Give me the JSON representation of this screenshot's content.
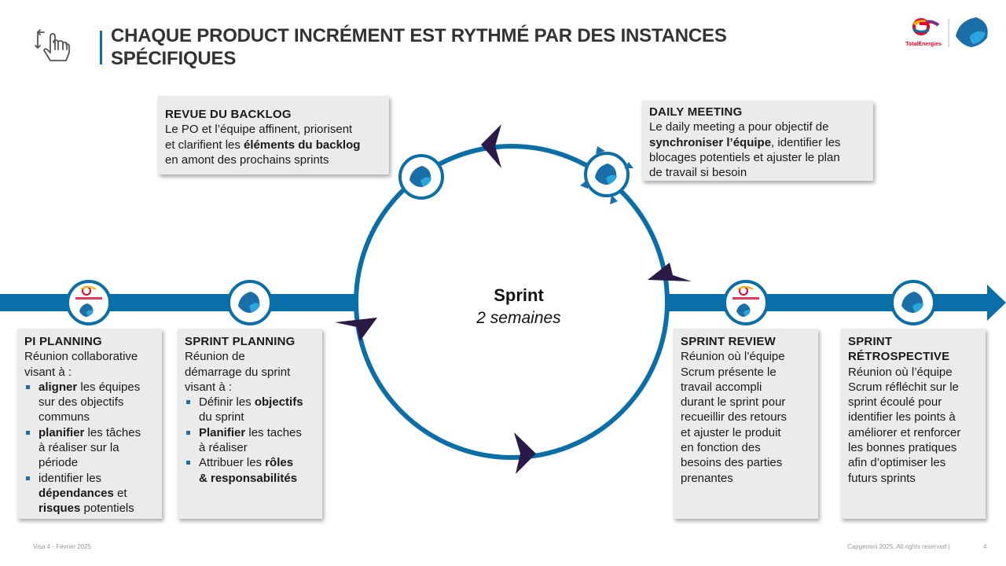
{
  "title": "CHAQUE PRODUCT INCRÉMENT EST RYTHMÉ PAR DES INSTANCES SPÉCIFIQUES",
  "logo_text": "TotalEnergies",
  "sprint": {
    "label": "Sprint",
    "duration": "2 semaines"
  },
  "boxes": {
    "revue_backlog": {
      "heading": "REVUE DU BACKLOG",
      "line1": "Le PO et l’équipe affinent, priorisent",
      "line2a": "et clarifient les ",
      "line2b": "éléments du backlog",
      "line3": "en amont des prochains sprints"
    },
    "daily_meeting": {
      "heading": "DAILY MEETING",
      "line1": "Le daily meeting a pour objectif de",
      "line2a": "synchroniser l’équipe",
      "line2b": ", identifier les",
      "line3": "blocages potentiels et ajuster le plan",
      "line4": "de travail si besoin"
    },
    "pi_planning": {
      "heading": "PI PLANNING",
      "intro1": "Réunion collaborative",
      "intro2": "visant à :",
      "b1_bold": "aligner",
      "b1_rest1": " les équipes",
      "b1_rest2": "sur des objectifs",
      "b1_rest3": "communs",
      "b2_bold": "planifier",
      "b2_rest1": " les tâches",
      "b2_rest2": "à réaliser sur la",
      "b2_rest3": "période",
      "b3_rest1": "identifier les",
      "b3_bold1": "dépendances",
      "b3_mid": " et",
      "b3_bold2": "risques",
      "b3_rest2": " potentiels"
    },
    "sprint_planning": {
      "heading": "SPRINT PLANNING",
      "intro1": "Réunion de",
      "intro2": "démarrage du sprint",
      "intro3": "visant à :",
      "b1_rest1": "Définir les ",
      "b1_bold": "objectifs",
      "b1_rest2": "du sprint",
      "b2_bold": "Planifier",
      "b2_rest1": " les taches",
      "b2_rest2": "à réaliser",
      "b3_rest1": "Attribuer les ",
      "b3_bold1": "rôles",
      "b3_bold2": "& responsabilités"
    },
    "sprint_review": {
      "heading": "SPRINT REVIEW",
      "lines": [
        "Réunion où l’équipe",
        "Scrum présente le",
        "travail accompli",
        "durant le sprint pour",
        "recueillir des retours",
        "et ajuster le produit",
        "en fonction des",
        "besoins des parties",
        "prenantes"
      ]
    },
    "sprint_retro": {
      "heading1": "SPRINT",
      "heading2": "RÉTROSPECTIVE",
      "lines": [
        "Réunion où l’équipe",
        "Scrum réfléchit sur le",
        "sprint écoulé pour",
        "identifier les points à",
        "améliorer et renforcer",
        "les bonnes pratiques",
        "afin d’optimiser les",
        "futurs sprints"
      ]
    }
  },
  "footer": {
    "left": "Visa 4 - Février 2025",
    "right": "Capgemini 2025. All rights reserved |",
    "page": "4"
  },
  "colors": {
    "blue": "#0a6fa8",
    "dark_arrow": "#2b1a47",
    "box_bg": "#ebebeb",
    "light_blue": "#2aa6dc"
  }
}
